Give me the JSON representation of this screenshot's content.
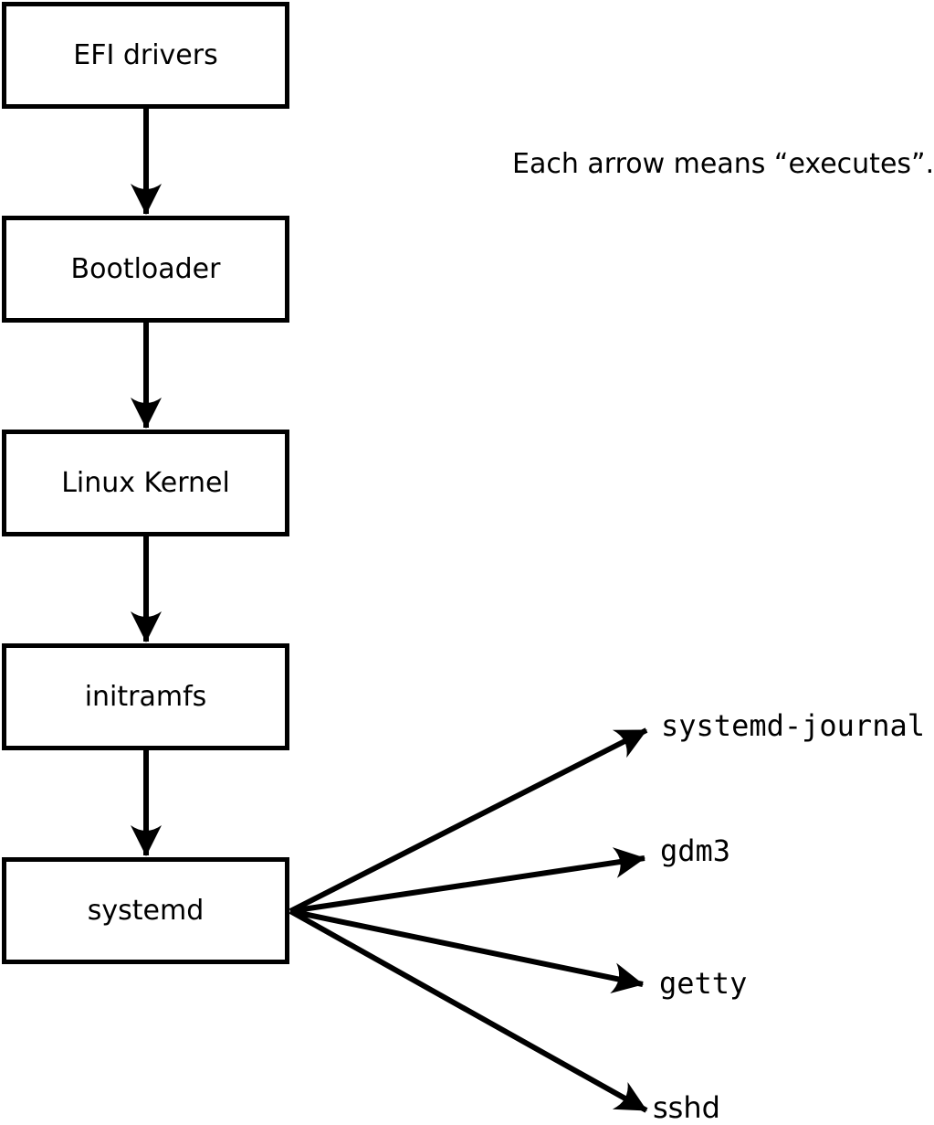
{
  "caption": "Each arrow means “executes”.",
  "boxes": [
    {
      "id": "efi-drivers",
      "label": "EFI drivers"
    },
    {
      "id": "bootloader",
      "label": "Bootloader"
    },
    {
      "id": "linux-kernel",
      "label": "Linux Kernel"
    },
    {
      "id": "initramfs",
      "label": "initramfs"
    },
    {
      "id": "systemd",
      "label": "systemd"
    }
  ],
  "targets": [
    {
      "id": "systemd-journal",
      "label": "systemd-journal"
    },
    {
      "id": "gdm3",
      "label": "gdm3"
    },
    {
      "id": "getty",
      "label": "getty"
    },
    {
      "id": "sshd",
      "label": "sshd"
    }
  ],
  "edges": [
    {
      "from": "EFI drivers",
      "to": "Bootloader",
      "relation": "executes"
    },
    {
      "from": "Bootloader",
      "to": "Linux Kernel",
      "relation": "executes"
    },
    {
      "from": "Linux Kernel",
      "to": "initramfs",
      "relation": "executes"
    },
    {
      "from": "initramfs",
      "to": "systemd",
      "relation": "executes"
    },
    {
      "from": "systemd",
      "to": "systemd-journal",
      "relation": "executes"
    },
    {
      "from": "systemd",
      "to": "gdm3",
      "relation": "executes"
    },
    {
      "from": "systemd",
      "to": "getty",
      "relation": "executes"
    },
    {
      "from": "systemd",
      "to": "sshd",
      "relation": "executes"
    }
  ],
  "colors": {
    "stroke": "#000000",
    "background": "#ffffff"
  }
}
